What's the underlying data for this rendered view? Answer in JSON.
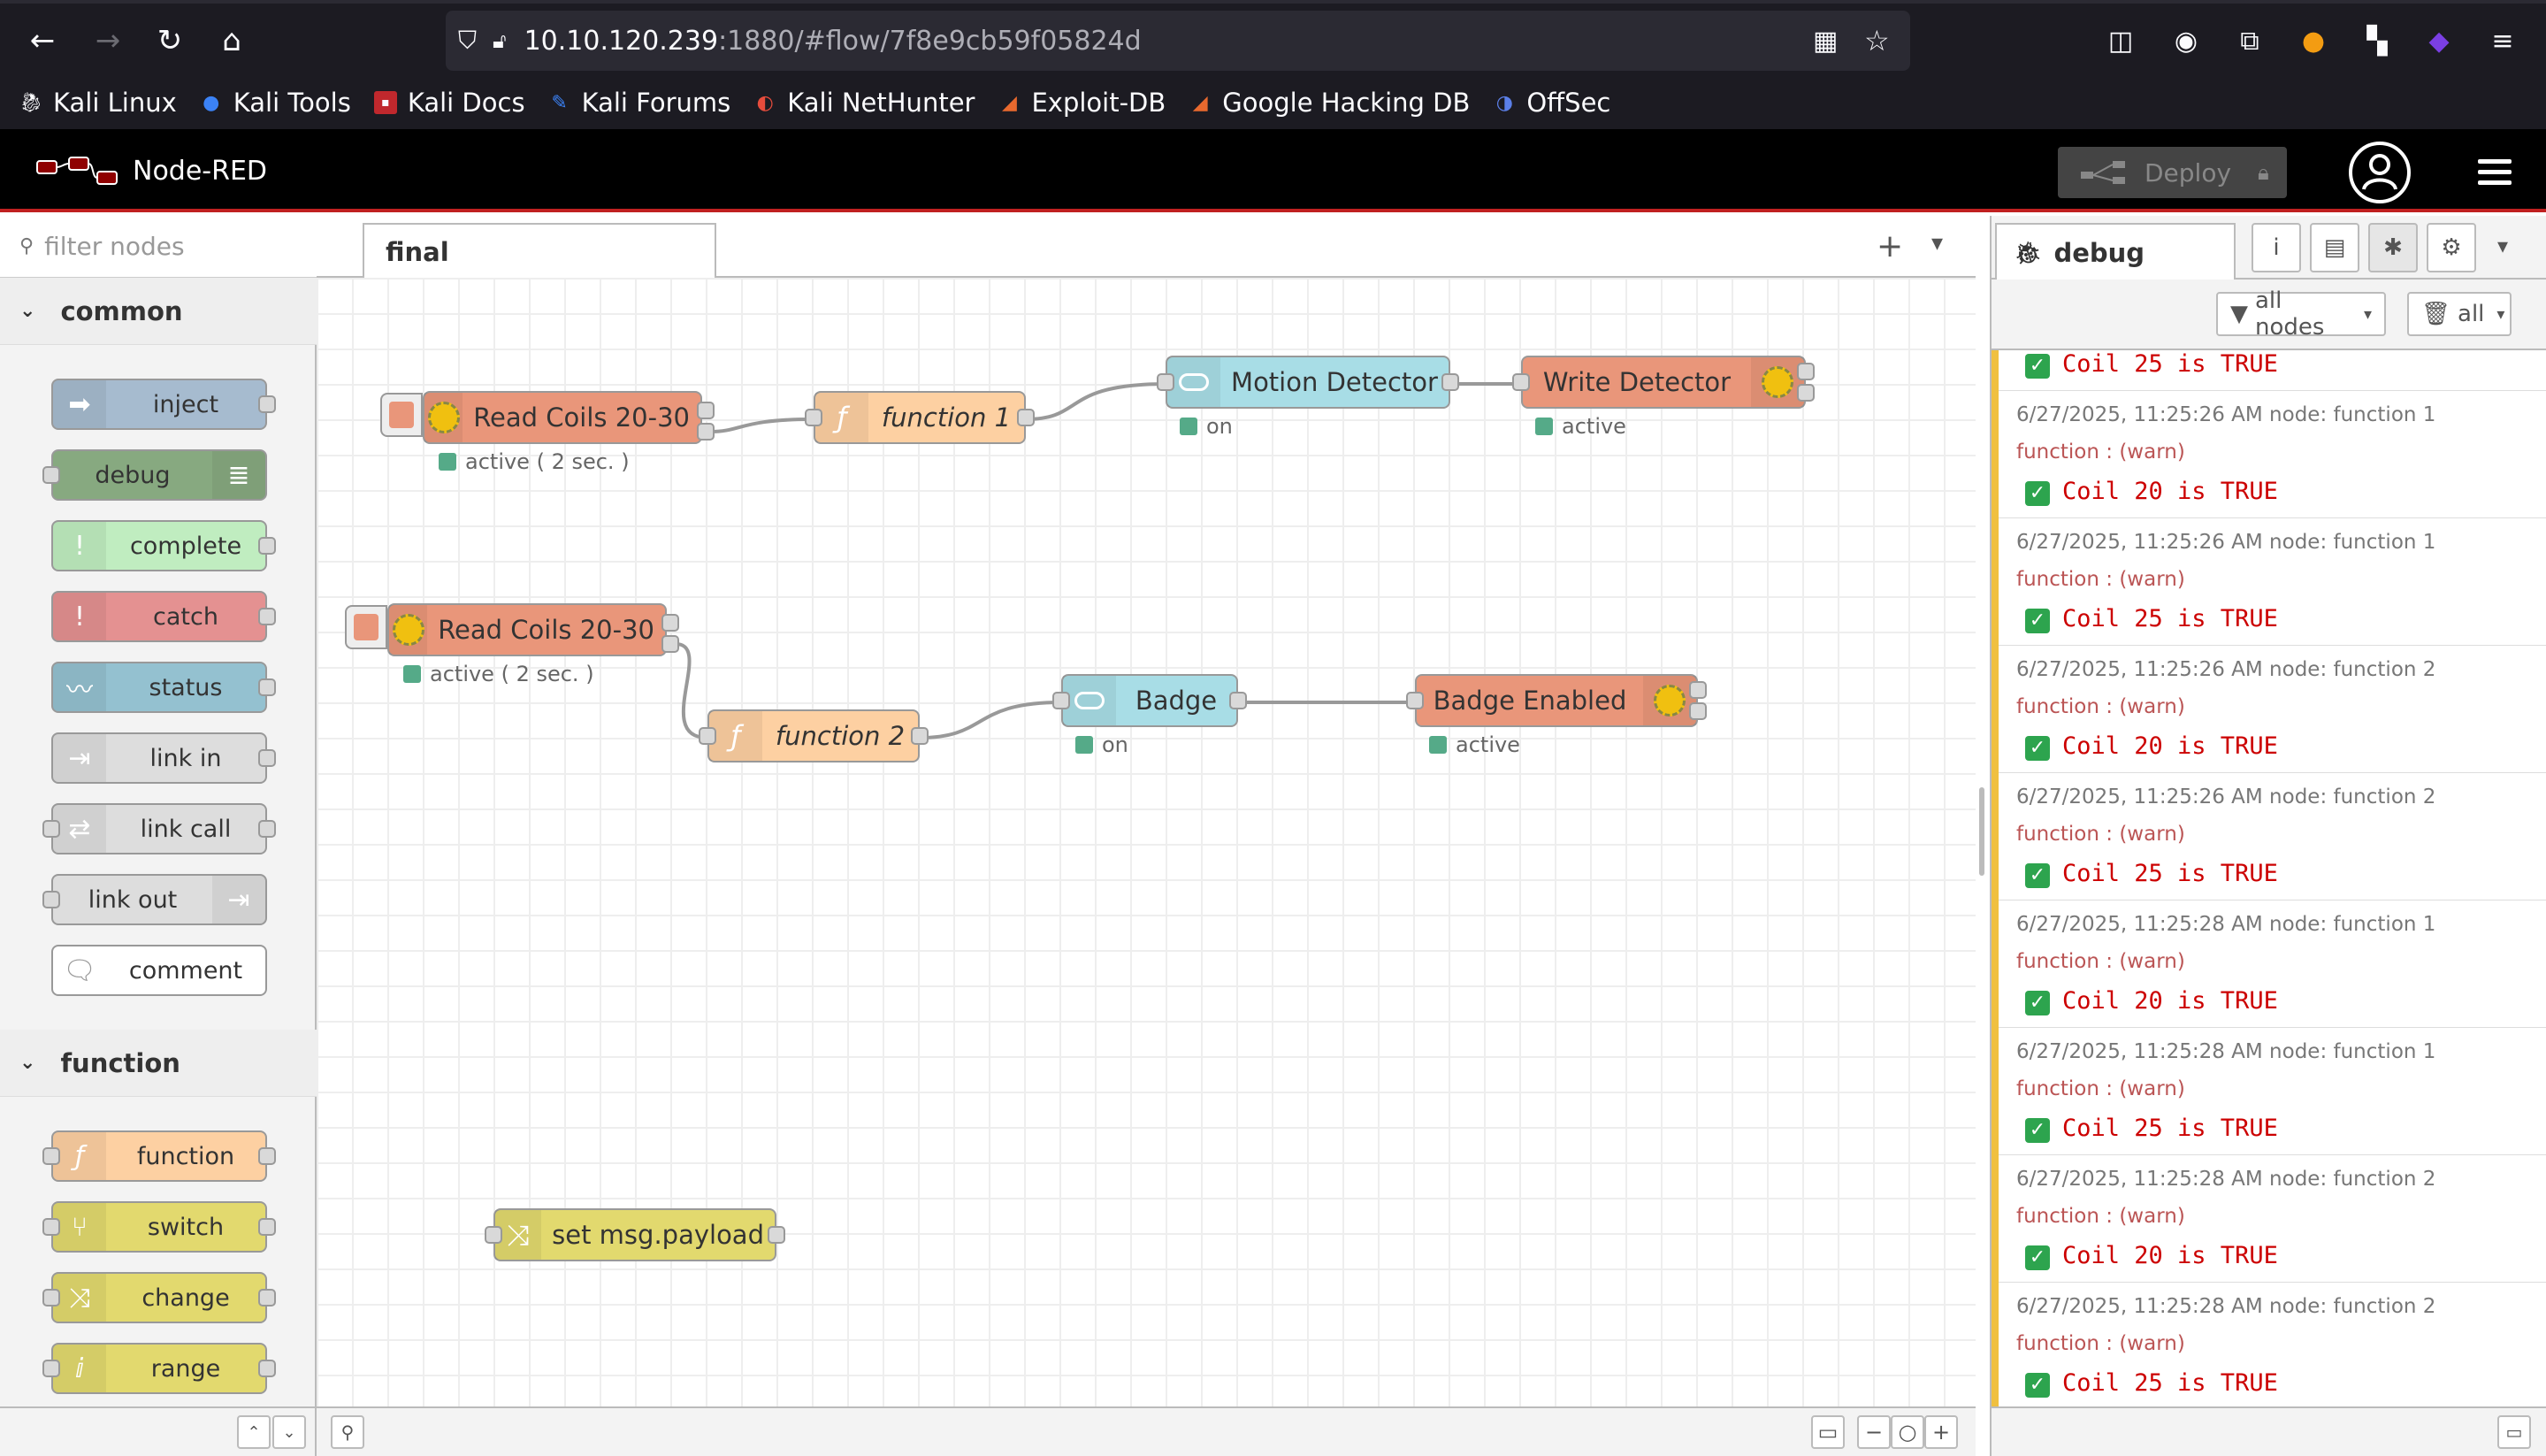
{
  "browser": {
    "url_host": "10.10.120.239",
    "url_rest": ":1880/#flow/7f8e9cb59f05824d",
    "bookmarks": [
      "Kali Linux",
      "Kali Tools",
      "Kali Docs",
      "Kali Forums",
      "Kali NetHunter",
      "Exploit-DB",
      "Google Hacking DB",
      "OffSec"
    ]
  },
  "header": {
    "title": "Node-RED",
    "deploy_label": "Deploy"
  },
  "palette": {
    "filter_placeholder": "filter nodes",
    "categories": [
      {
        "label": "common",
        "nodes": [
          "inject",
          "debug",
          "complete",
          "catch",
          "status",
          "link in",
          "link call",
          "link out",
          "comment"
        ]
      },
      {
        "label": "function",
        "nodes": [
          "function",
          "switch",
          "change",
          "range"
        ]
      }
    ]
  },
  "workspace": {
    "tab_label": "final",
    "nodes": {
      "read1": {
        "label": "Read Coils 20-30",
        "status": "active ( 2 sec. )"
      },
      "func1": {
        "label": "function 1"
      },
      "motion": {
        "label": "Motion Detector",
        "status": "on"
      },
      "write": {
        "label": "Write Detector",
        "status": "active"
      },
      "read2": {
        "label": "Read Coils 20-30",
        "status": "active ( 2 sec. )"
      },
      "func2": {
        "label": "function 2"
      },
      "badge": {
        "label": "Badge",
        "status": "on"
      },
      "badge_en": {
        "label": "Badge Enabled",
        "status": "active"
      },
      "setpayload": {
        "label": "set msg.payload"
      }
    }
  },
  "sidebar": {
    "tab_label": "debug",
    "filter_nodes": "all nodes",
    "clear_label": "all",
    "messages": [
      {
        "meta": "",
        "topic": "",
        "value": "Coil 25 is TRUE"
      },
      {
        "meta": "6/27/2025, 11:25:26 AM    node: function 1",
        "topic": "function : (warn)",
        "value": "Coil 20 is TRUE"
      },
      {
        "meta": "6/27/2025, 11:25:26 AM    node: function 1",
        "topic": "function : (warn)",
        "value": "Coil 25 is TRUE"
      },
      {
        "meta": "6/27/2025, 11:25:26 AM    node: function 2",
        "topic": "function : (warn)",
        "value": "Coil 20 is TRUE"
      },
      {
        "meta": "6/27/2025, 11:25:26 AM    node: function 2",
        "topic": "function : (warn)",
        "value": "Coil 25 is TRUE"
      },
      {
        "meta": "6/27/2025, 11:25:28 AM    node: function 1",
        "topic": "function : (warn)",
        "value": "Coil 20 is TRUE"
      },
      {
        "meta": "6/27/2025, 11:25:28 AM    node: function 1",
        "topic": "function : (warn)",
        "value": "Coil 25 is TRUE"
      },
      {
        "meta": "6/27/2025, 11:25:28 AM    node: function 2",
        "topic": "function : (warn)",
        "value": "Coil 20 is TRUE"
      },
      {
        "meta": "6/27/2025, 11:25:28 AM    node: function 2",
        "topic": "function : (warn)",
        "value": "Coil 25 is TRUE"
      }
    ]
  }
}
